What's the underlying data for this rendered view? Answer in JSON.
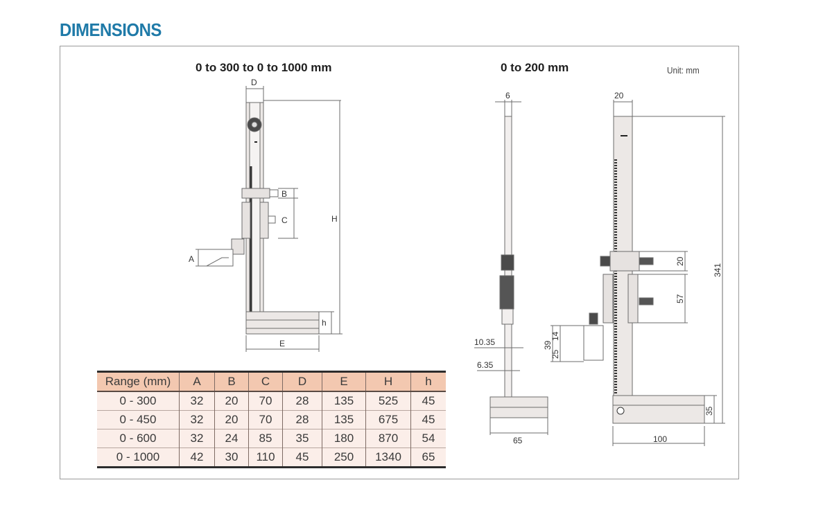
{
  "title": "DIMENSIONS",
  "unit_label": "Unit: mm",
  "left_diagram": {
    "subtitle": "0 to 300 to 0 to 1000 mm",
    "labels": {
      "D": "D",
      "B": "B",
      "C": "C",
      "H": "H",
      "A": "A",
      "h": "h",
      "E": "E"
    }
  },
  "right_diagram": {
    "subtitle": "0 to 200 mm",
    "side_view": {
      "top_width": "6",
      "dim_upper": "10.35",
      "dim_lower": "6.35",
      "base_width": "65"
    },
    "front_view": {
      "top_width": "20",
      "slider_height": "20",
      "jaw_height": "57",
      "overall_height": "341",
      "scriber_total": "39",
      "scriber_a": "25",
      "scriber_b": "14",
      "base_height": "35",
      "base_width": "100"
    }
  },
  "table": {
    "headers": [
      "Range (mm)",
      "A",
      "B",
      "C",
      "D",
      "E",
      "H",
      "h"
    ],
    "rows": [
      [
        "0 - 300",
        "32",
        "20",
        "70",
        "28",
        "135",
        "525",
        "45"
      ],
      [
        "0 - 450",
        "32",
        "20",
        "70",
        "28",
        "135",
        "675",
        "45"
      ],
      [
        "0 - 600",
        "32",
        "24",
        "85",
        "35",
        "180",
        "870",
        "54"
      ],
      [
        "0 - 1000",
        "42",
        "30",
        "110",
        "45",
        "250",
        "1340",
        "65"
      ]
    ]
  },
  "colors": {
    "title": "#1f7aa8",
    "table_header": "#f3c8b0",
    "table_row": "#fbeee9"
  }
}
